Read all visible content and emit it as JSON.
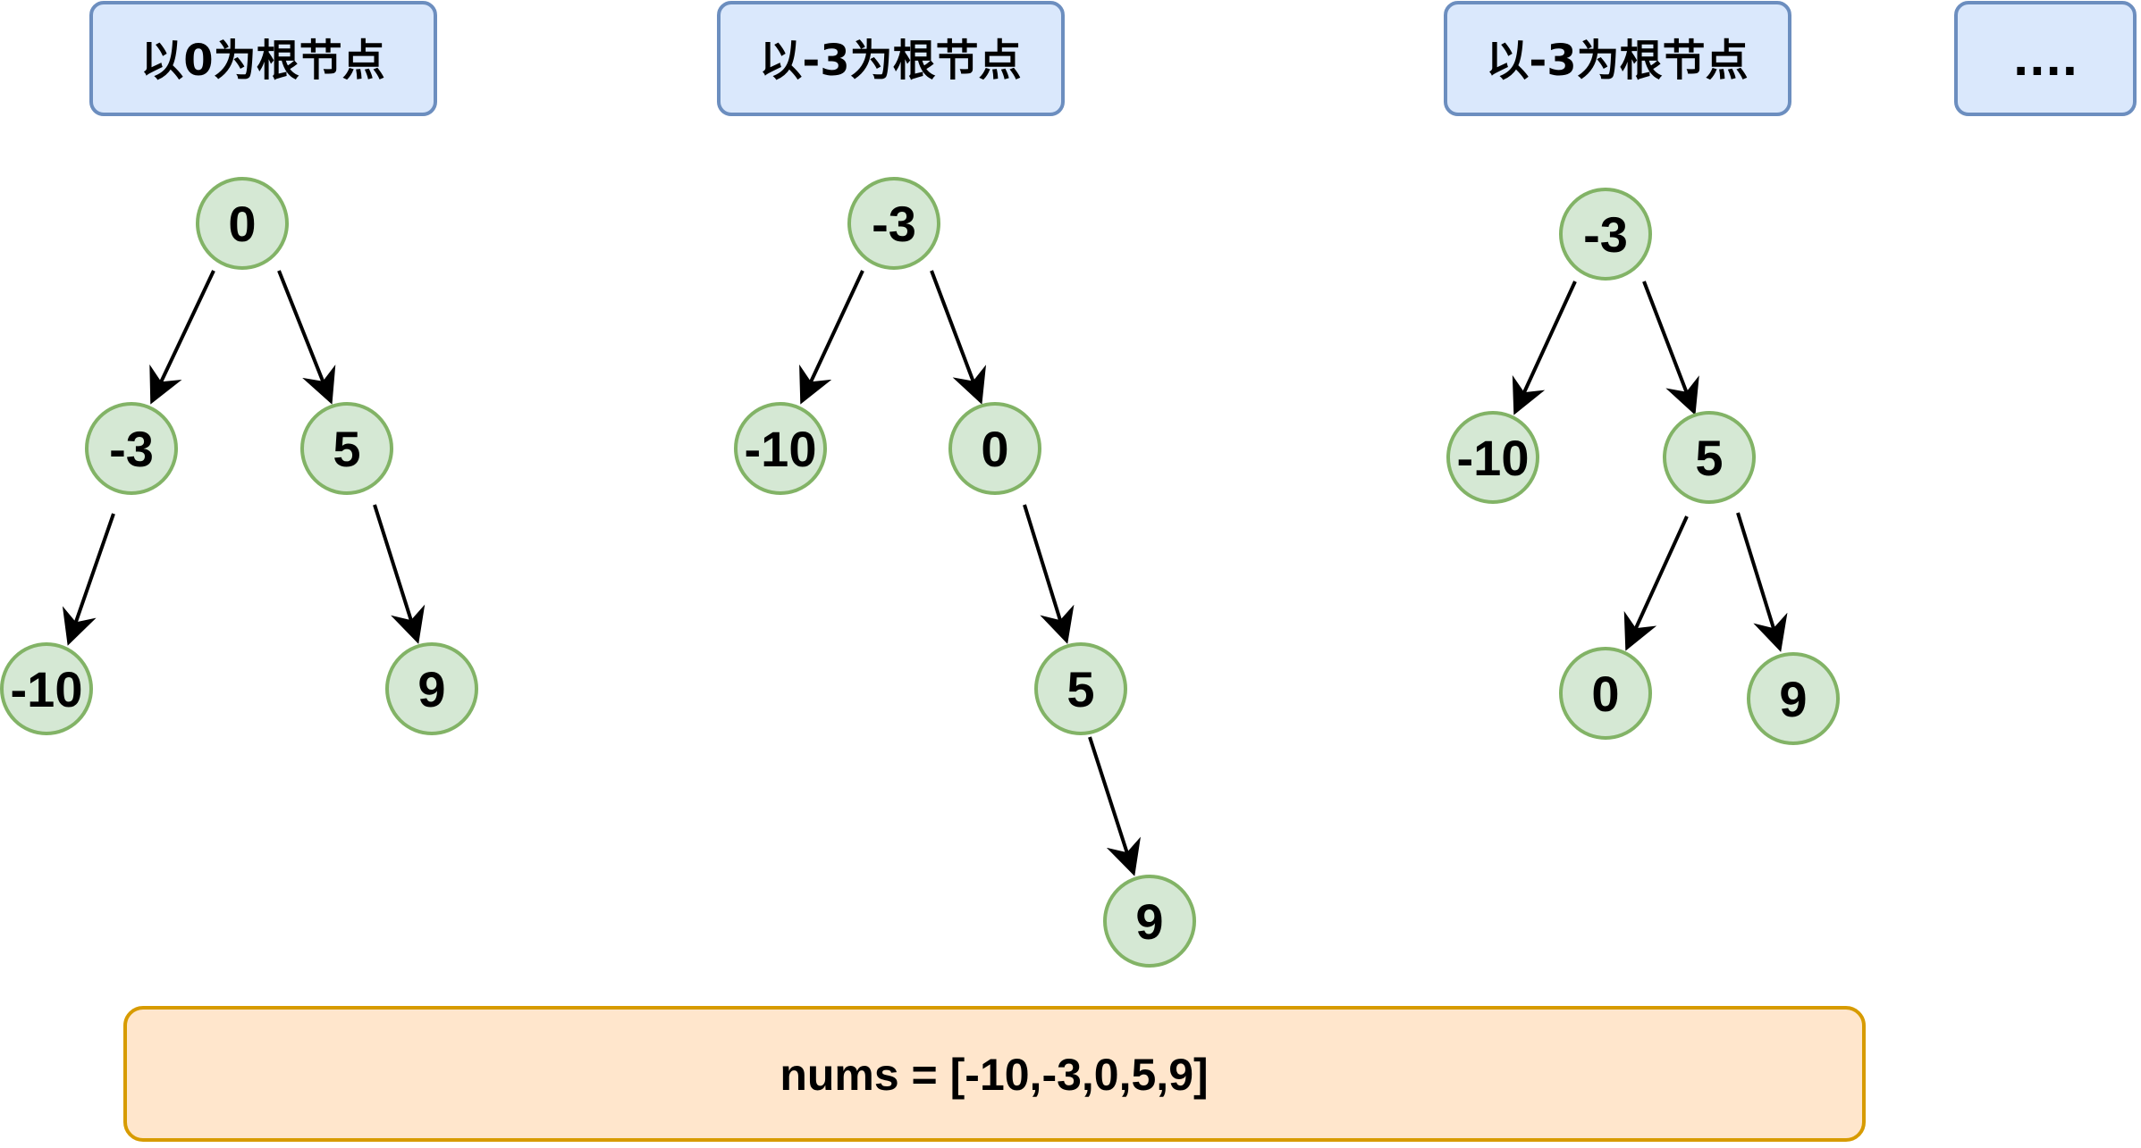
{
  "colors": {
    "title_fill": "#dae8fc",
    "title_stroke": "#6c8ebf",
    "node_fill": "#d5e8d4",
    "node_stroke": "#82b366",
    "array_fill": "#ffe6cc",
    "array_stroke": "#d79b00",
    "edge": "#000000"
  },
  "titles": [
    {
      "text": "以0为根节点"
    },
    {
      "text": "以-3为根节点"
    },
    {
      "text": "以-3为根节点"
    },
    {
      "text": "...."
    }
  ],
  "trees": [
    {
      "nodes": [
        {
          "id": "t1-root",
          "label": "0"
        },
        {
          "id": "t1-n-3",
          "label": "-3"
        },
        {
          "id": "t1-n5",
          "label": "5"
        },
        {
          "id": "t1-n-10",
          "label": "-10"
        },
        {
          "id": "t1-n9",
          "label": "9"
        }
      ],
      "edges": [
        {
          "from": "t1-root",
          "to": "t1-n-3"
        },
        {
          "from": "t1-root",
          "to": "t1-n5"
        },
        {
          "from": "t1-n-3",
          "to": "t1-n-10"
        },
        {
          "from": "t1-n5",
          "to": "t1-n9"
        }
      ]
    },
    {
      "nodes": [
        {
          "id": "t2-root",
          "label": "-3"
        },
        {
          "id": "t2-n-10",
          "label": "-10"
        },
        {
          "id": "t2-n0",
          "label": "0"
        },
        {
          "id": "t2-n5",
          "label": "5"
        },
        {
          "id": "t2-n9",
          "label": "9"
        }
      ],
      "edges": [
        {
          "from": "t2-root",
          "to": "t2-n-10"
        },
        {
          "from": "t2-root",
          "to": "t2-n0"
        },
        {
          "from": "t2-n0",
          "to": "t2-n5"
        },
        {
          "from": "t2-n5",
          "to": "t2-n9"
        }
      ]
    },
    {
      "nodes": [
        {
          "id": "t3-root",
          "label": "-3"
        },
        {
          "id": "t3-n-10",
          "label": "-10"
        },
        {
          "id": "t3-n5",
          "label": "5"
        },
        {
          "id": "t3-n0",
          "label": "0"
        },
        {
          "id": "t3-n9",
          "label": "9"
        }
      ],
      "edges": [
        {
          "from": "t3-root",
          "to": "t3-n-10"
        },
        {
          "from": "t3-root",
          "to": "t3-n5"
        },
        {
          "from": "t3-n5",
          "to": "t3-n0"
        },
        {
          "from": "t3-n5",
          "to": "t3-n9"
        }
      ]
    }
  ],
  "array_box": {
    "text": "nums = [-10,-3,0,5,9]"
  }
}
